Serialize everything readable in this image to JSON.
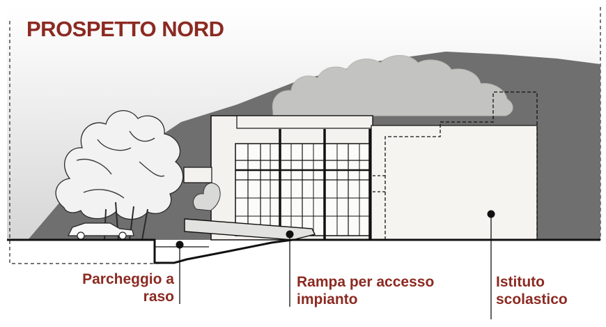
{
  "title": "PROSPETTO NORD",
  "labels": {
    "parking": {
      "line1": "Parcheggio a",
      "line2": "raso"
    },
    "ramp": {
      "line1": "Rampa per accesso",
      "line2": "impianto"
    },
    "school": {
      "line1": "Istituto",
      "line2": "scolastico"
    }
  },
  "colors": {
    "title": "#8b2a22",
    "sky": "#e9e9e9",
    "hill": "#6f6f6f",
    "building": "#f4f2ef",
    "tree_canopy": "#c7c7c5",
    "line": "#111111"
  }
}
